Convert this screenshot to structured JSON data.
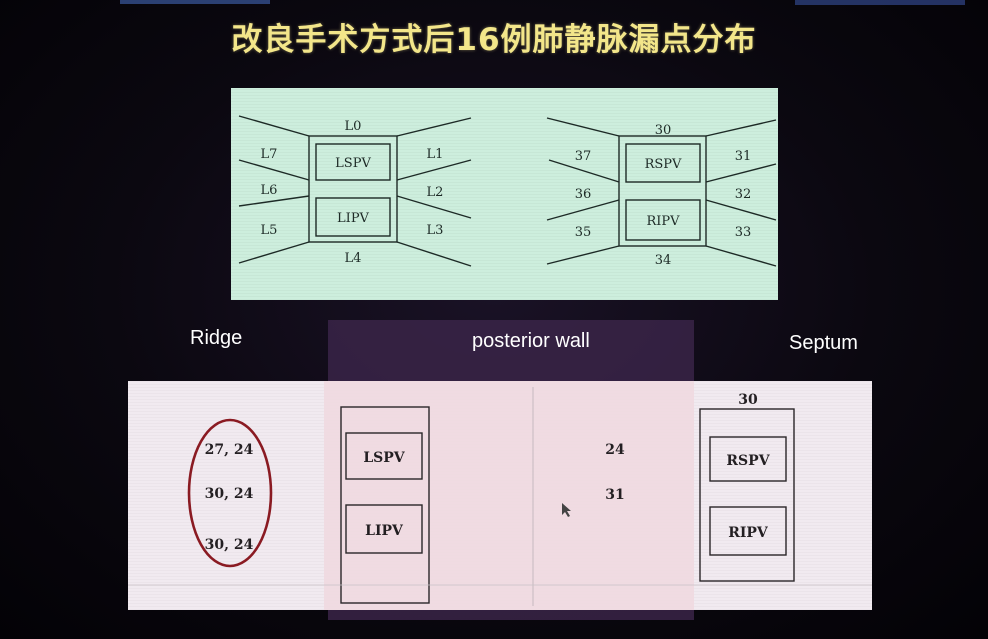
{
  "title": "改良手术方式后16例肺静脉漏点分布",
  "top_diagram": {
    "left": {
      "center_top": "L0",
      "center_bottom": "L4",
      "left_labels": [
        "L7",
        "L6",
        "L5"
      ],
      "right_labels": [
        "L1",
        "L2",
        "L3"
      ],
      "upper_vein": "LSPV",
      "lower_vein": "LIPV"
    },
    "right": {
      "center_top": "30",
      "center_bottom": "34",
      "left_labels": [
        "37",
        "36",
        "35"
      ],
      "right_labels": [
        "31",
        "32",
        "33"
      ],
      "upper_vein": "RSPV",
      "lower_vein": "RIPV"
    }
  },
  "columns": {
    "ridge": "Ridge",
    "posterior": "posterior wall",
    "septum": "Septum"
  },
  "bottom_diagram": {
    "ridge_values": [
      "27, 24",
      "30, 24",
      "30, 24"
    ],
    "left_upper_vein": "LSPV",
    "left_lower_vein": "LIPV",
    "posterior_values": [
      "24",
      "31"
    ],
    "septum_top_value": "30",
    "right_upper_vein": "RSPV",
    "right_lower_vein": "RIPV"
  },
  "colors": {
    "title": "#f3e68a",
    "top_panel": "#cdeedd",
    "bottom_panel": "#f1eaf0",
    "ridge_circle": "#8a1a22"
  }
}
